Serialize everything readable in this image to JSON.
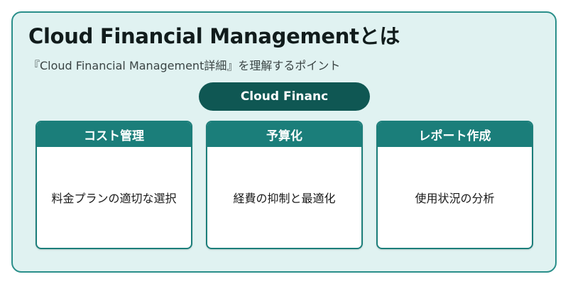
{
  "title": "Cloud Financial Managementとは",
  "subtitle": "『Cloud Financial Management詳細』を理解するポイント",
  "center_pill": "Cloud Financ",
  "cards": [
    {
      "header": "コスト管理",
      "body": "料金プランの適切な選択"
    },
    {
      "header": "予算化",
      "body": "経費の抑制と最適化"
    },
    {
      "header": "レポート作成",
      "body": "使用状況の分析"
    }
  ],
  "colors": {
    "frame_border": "#2a8f8a",
    "frame_fill": "#e0f2f1",
    "pill_fill": "#0f5753",
    "card_header": "#1b7e7a"
  }
}
